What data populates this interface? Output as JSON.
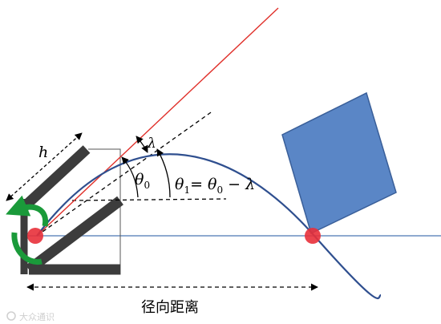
{
  "labels": {
    "h": "h",
    "lambda": "λ",
    "theta0": "θ",
    "theta0_sub": "0",
    "theta1": "θ",
    "theta1_sub": "1",
    "eq_rhs": "= θ",
    "eq_rhs_sub": "0",
    "eq_tail": " − λ",
    "radial_distance": "径向距离"
  },
  "watermark": {
    "text": "大众通识"
  },
  "colors": {
    "trajectory": "#2f4f8f",
    "aim_line": "#e0302a",
    "target": "#5a86c6",
    "target_stroke": "#3a5f99",
    "launcher": "#3c3c3c",
    "spin_arrow": "#1a9a3a",
    "point": "#e8303a",
    "ground": "#6a8ec0"
  }
}
